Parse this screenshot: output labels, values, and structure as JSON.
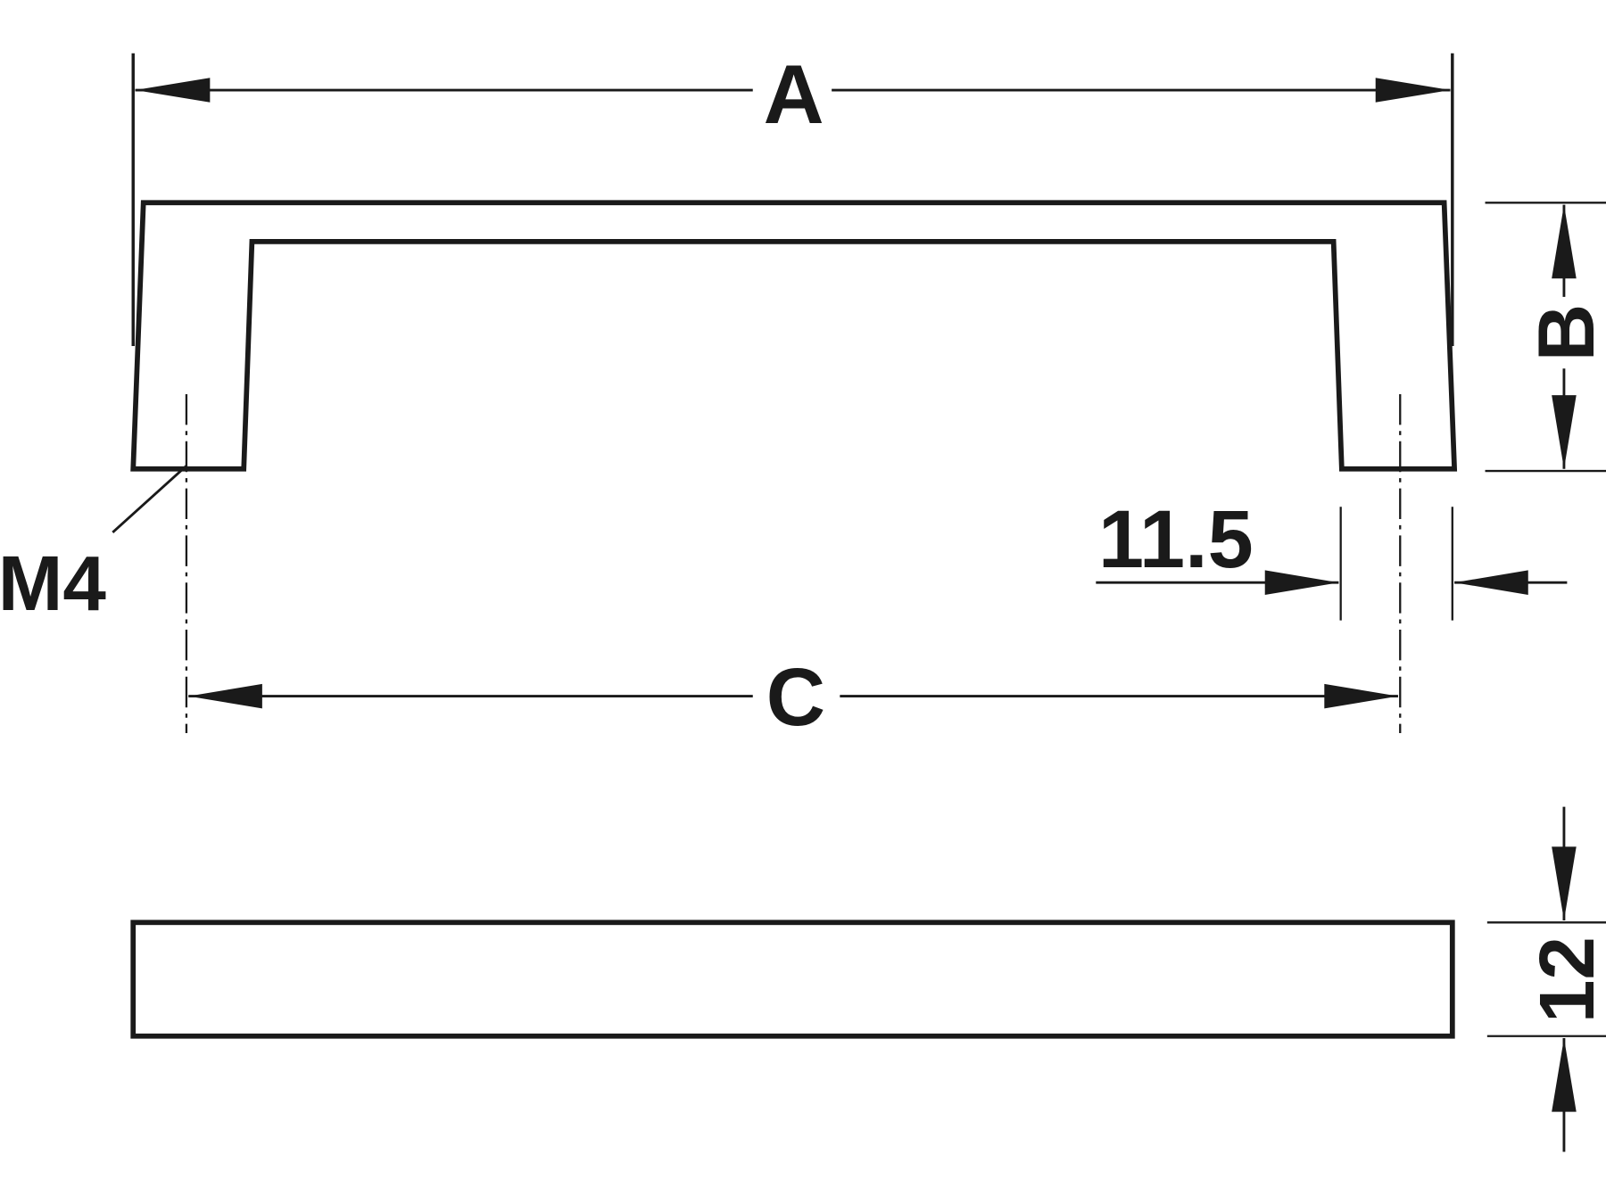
{
  "labels": {
    "dim_a": "A",
    "dim_b": "B",
    "dim_c": "C",
    "dim_offset": "11.5",
    "thread": "M4",
    "thickness": "12"
  },
  "colors": {
    "line": "#1a1a1a",
    "background": "#ffffff"
  }
}
